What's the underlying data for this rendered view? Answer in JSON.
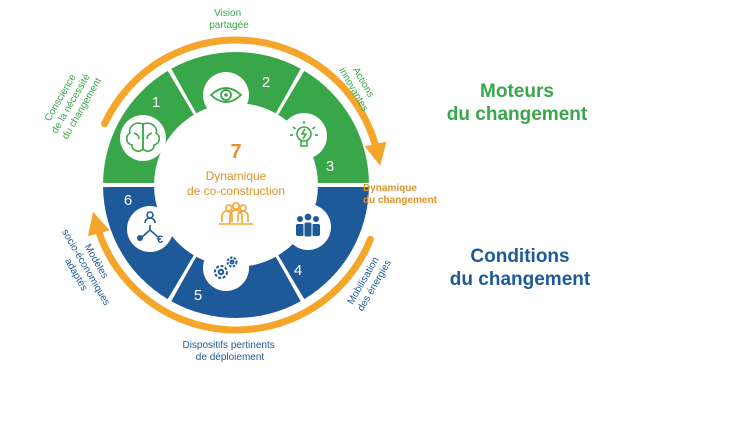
{
  "colors": {
    "green": "#3aa64a",
    "blue": "#1e5a9a",
    "orange": "#f5a52a",
    "white": "#ffffff",
    "center_text": "#e3912a"
  },
  "center": {
    "number": "7",
    "label_line1": "Dynamique",
    "label_line2": "de co-construction",
    "icon": "team-icon"
  },
  "segments": [
    {
      "number": "1",
      "icon": "brain-icon",
      "label_lines": [
        "Conscience",
        "de la nécessité",
        "du changement"
      ]
    },
    {
      "number": "2",
      "icon": "eye-icon",
      "label_lines": [
        "Vision",
        "partagée"
      ]
    },
    {
      "number": "3",
      "icon": "lightbulb-icon",
      "label_lines": [
        "Actions",
        "innovantes"
      ]
    },
    {
      "number": "4",
      "icon": "group-icon",
      "label_lines": [
        "Mobilisation",
        "des énergies"
      ]
    },
    {
      "number": "5",
      "icon": "gears-icon",
      "label_lines": [
        "Dispositifs pertinents",
        "de déploiement"
      ]
    },
    {
      "number": "6",
      "icon": "network-euro-icon",
      "label_lines": [
        "Modèles",
        "socio-économiques",
        "adaptés"
      ]
    }
  ],
  "dynamic": {
    "line1": "Dynamique",
    "line2": "du changement"
  },
  "motors": {
    "line1": "Moteurs",
    "line2": "du changement"
  },
  "conditions": {
    "line1": "Conditions",
    "line2": "du changement"
  }
}
